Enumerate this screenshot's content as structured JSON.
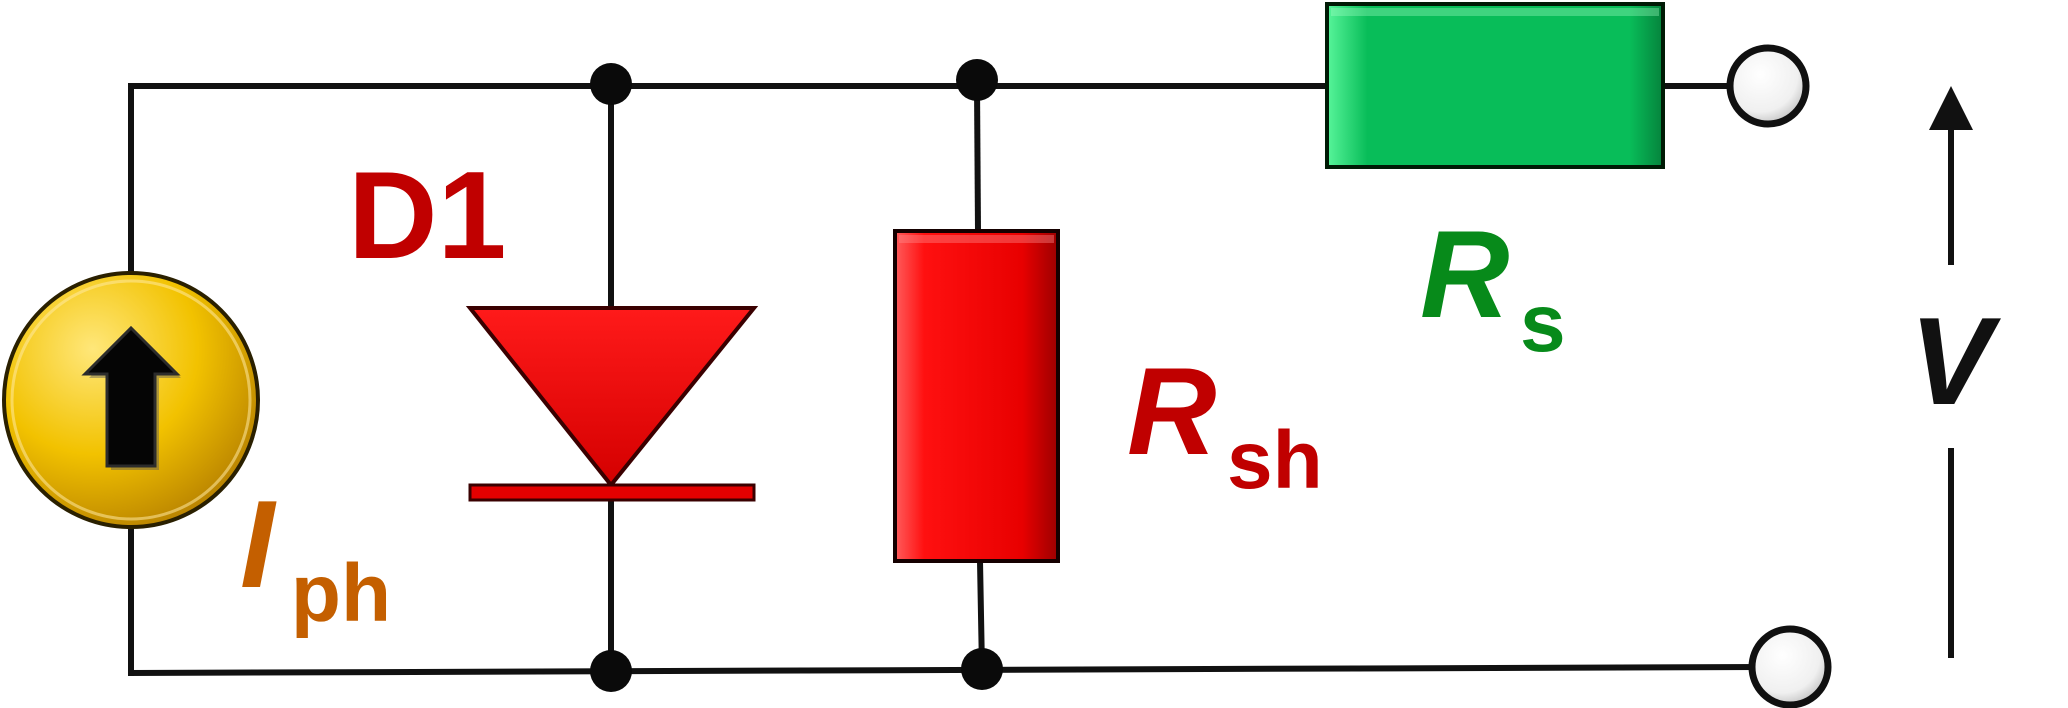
{
  "labels": {
    "diode": "D1",
    "current_source_main": "I",
    "current_source_sub": "ph",
    "shunt_main": "R",
    "shunt_sub": "sh",
    "series_main": "R",
    "series_sub": "s",
    "voltage": "V"
  },
  "colors": {
    "wire": "#111111",
    "current_source_fill": "#f2c200",
    "current_source_edge": "#a87700",
    "diode_fill": "#ff0000",
    "shunt_resistor_fill": "#ff0000",
    "series_resistor_fill": "#08bd59",
    "diode_label": "#c00000",
    "shunt_label": "#c00000",
    "series_label": "#078a1a",
    "current_label": "#c45f00",
    "voltage_label": "#111111"
  },
  "icons": {
    "current_direction": "up-arrow-icon",
    "voltage_direction": "up-arrow-icon"
  }
}
